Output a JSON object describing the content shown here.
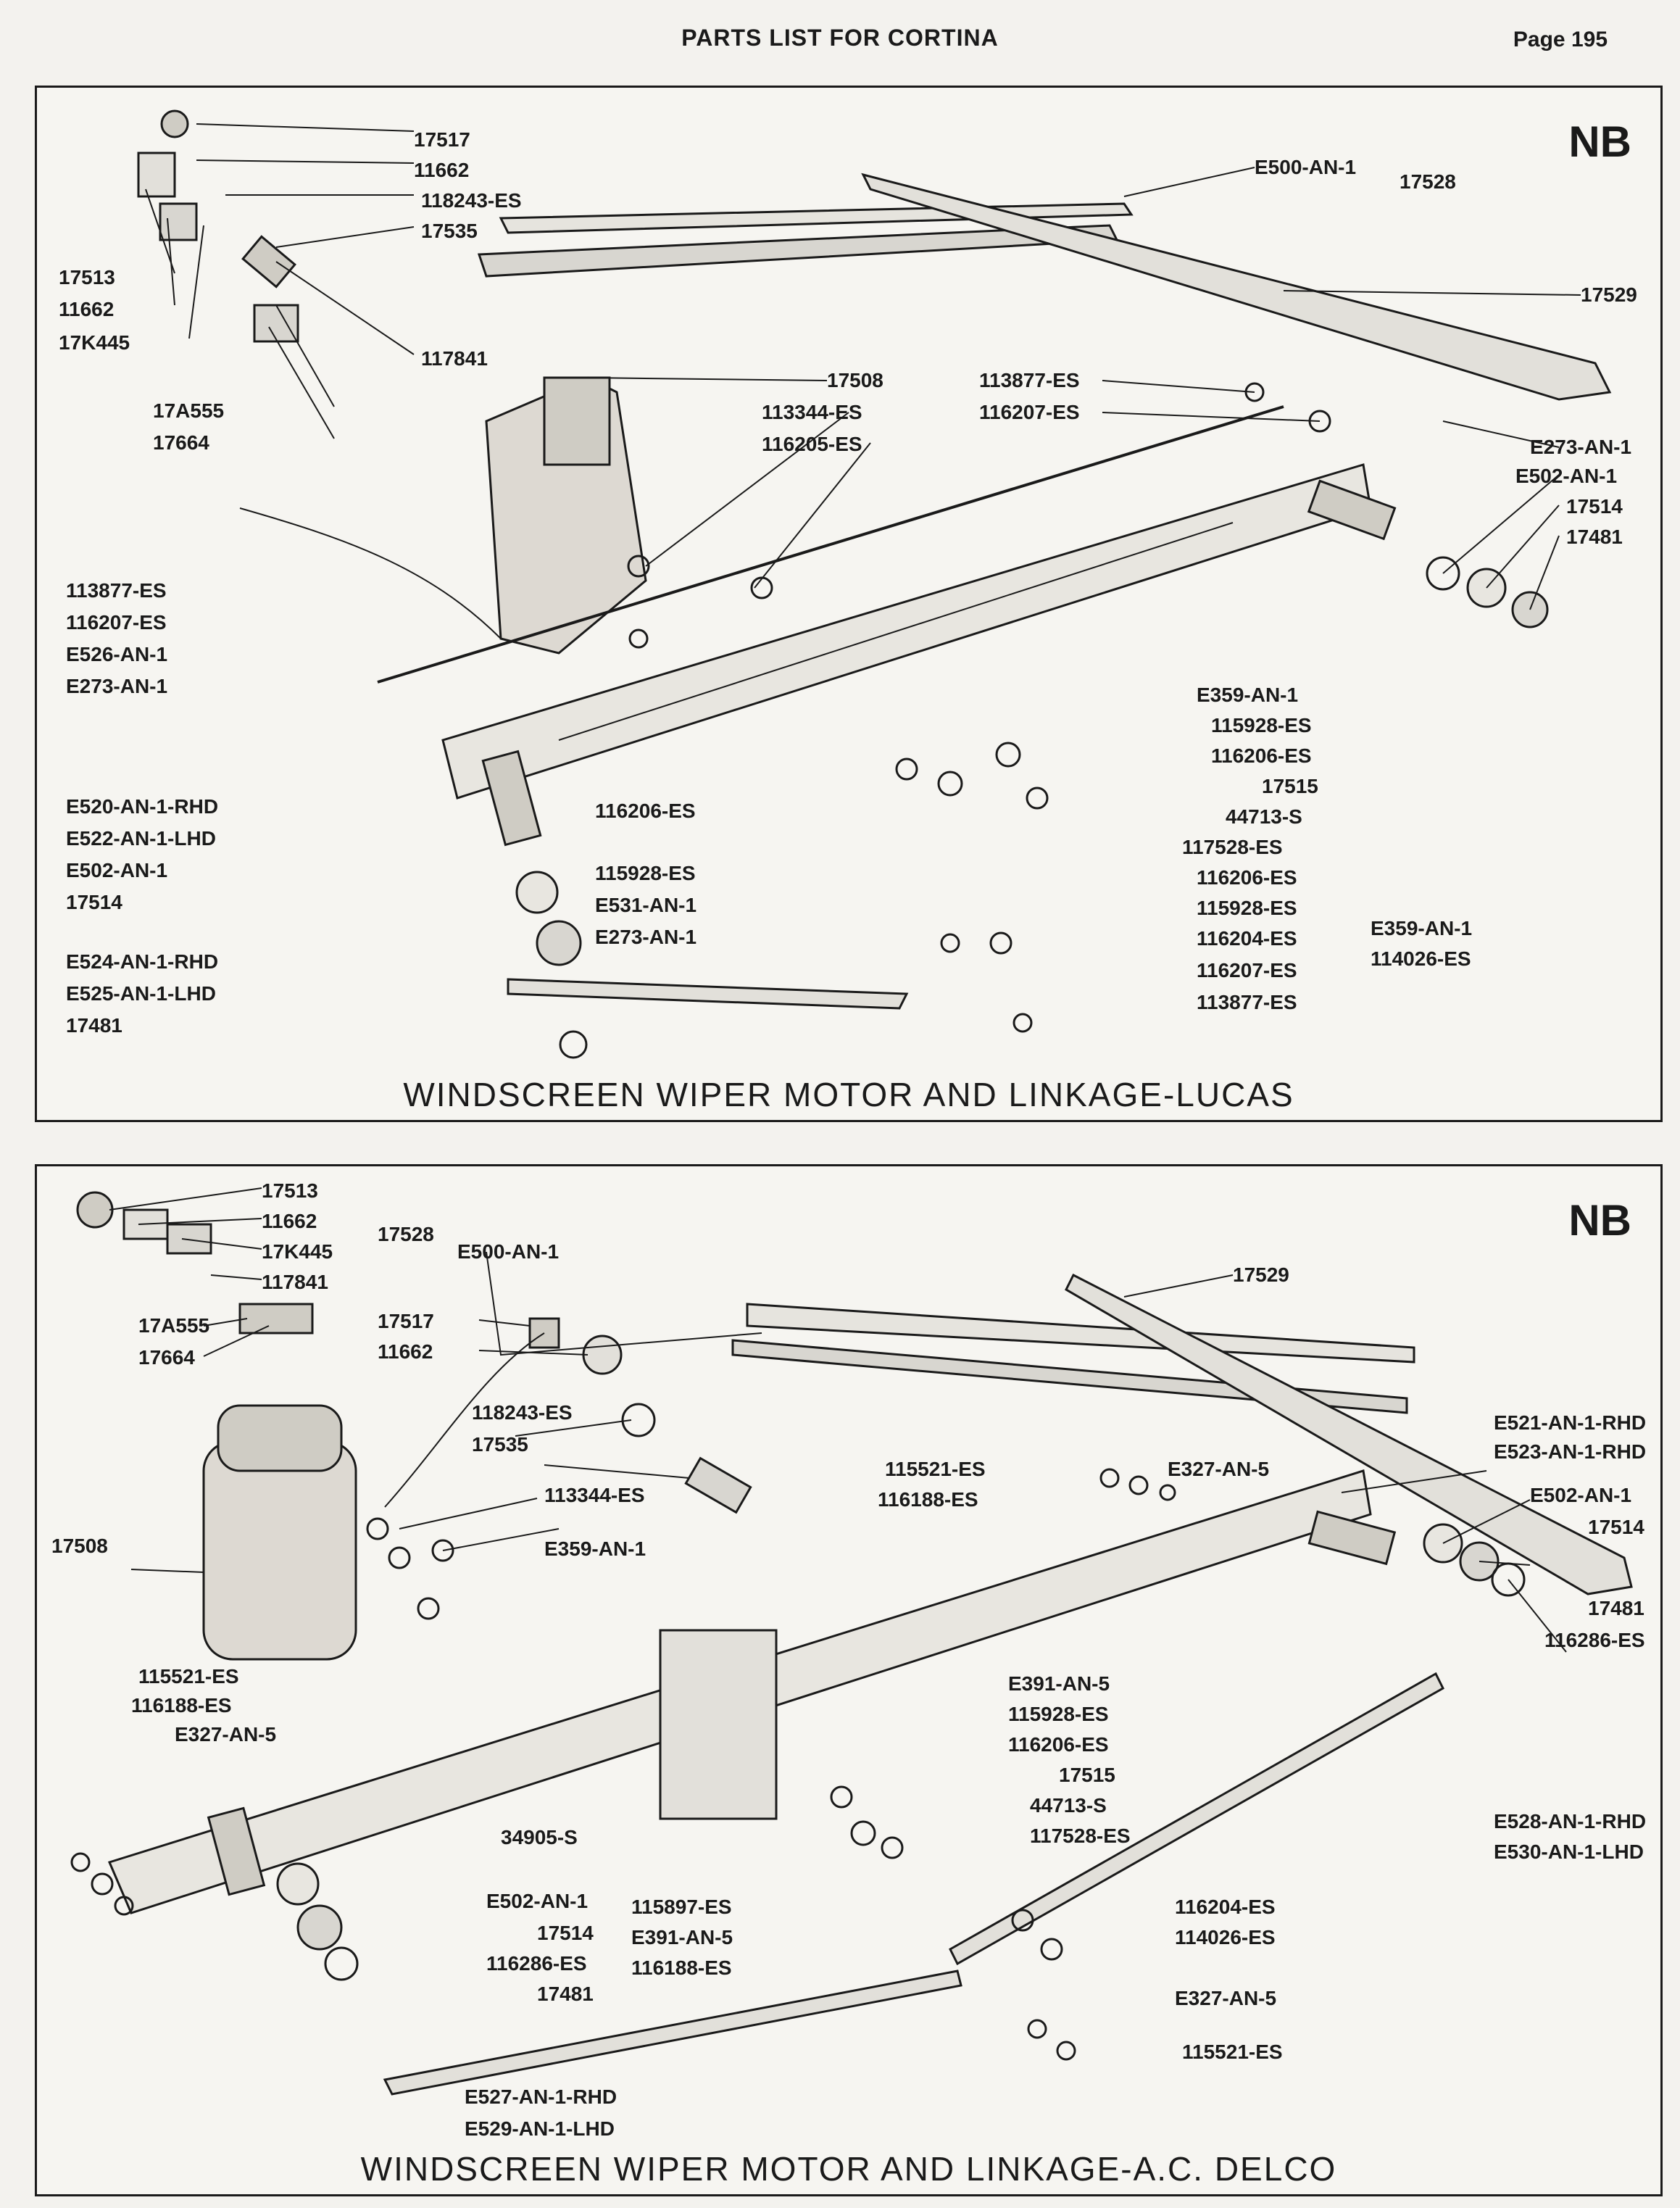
{
  "header": {
    "title": "PARTS LIST FOR CORTINA",
    "page": "Page 195"
  },
  "top_panel": {
    "tag": "NB",
    "caption": "WINDSCREEN WIPER MOTOR AND LINKAGE-LUCAS",
    "labels": {
      "l1": "17517",
      "l2": "11662",
      "l3": "118243-ES",
      "l4": "17535",
      "l5": "17513",
      "l6": "11662",
      "l7": "17K445",
      "l8": "117841",
      "l9": "17A555",
      "l10": "17664",
      "l11": "E500-AN-1",
      "l12": "17528",
      "l13": "17529",
      "l14": "17508",
      "l15": "113344-ES",
      "l16": "116205-ES",
      "l17": "113877-ES",
      "l18": "116207-ES",
      "l19": "E273-AN-1",
      "l20": "E502-AN-1",
      "l21": "17514",
      "l22": "17481",
      "l23": "113877-ES",
      "l24": "116207-ES",
      "l25": "E526-AN-1",
      "l26": "E273-AN-1",
      "l27": "E359-AN-1",
      "l28": "115928-ES",
      "l29": "116206-ES",
      "l30": "17515",
      "l31": "44713-S",
      "l32": "117528-ES",
      "l33": "116206-ES",
      "l34": "115928-ES",
      "l35": "E359-AN-1",
      "l36": "116204-ES",
      "l37": "114026-ES",
      "l38": "116207-ES",
      "l39": "113877-ES",
      "l40": "E520-AN-1-RHD",
      "l41": "E522-AN-1-LHD",
      "l42": "E502-AN-1",
      "l43": "17514",
      "l44": "E524-AN-1-RHD",
      "l45": "E525-AN-1-LHD",
      "l46": "17481",
      "l47": "116206-ES",
      "l48": "115928-ES",
      "l49": "E531-AN-1",
      "l50": "E273-AN-1"
    }
  },
  "bottom_panel": {
    "tag": "NB",
    "caption": "WINDSCREEN WIPER MOTOR AND LINKAGE-A.C. DELCO",
    "labels": {
      "b1": "17513",
      "b2": "11662",
      "b3": "17K445",
      "b4": "117841",
      "b5": "17A555",
      "b6": "17664",
      "b7": "17528",
      "b8": "E500-AN-1",
      "b9": "17529",
      "b10": "17517",
      "b11": "11662",
      "b12": "118243-ES",
      "b13": "17535",
      "b14": "113344-ES",
      "b15": "E359-AN-1",
      "b16": "17508",
      "b17": "115521-ES",
      "b18": "116188-ES",
      "b19": "E327-AN-5",
      "b20": "E521-AN-1-RHD",
      "b21": "E523-AN-1-RHD",
      "b22": "E502-AN-1",
      "b23": "17514",
      "b24": "17481",
      "b25": "116286-ES",
      "b26": "115521-ES",
      "b27": "116188-ES",
      "b28": "E327-AN-5",
      "b29": "E391-AN-5",
      "b30": "115928-ES",
      "b31": "116206-ES",
      "b32": "17515",
      "b33": "44713-S",
      "b34": "117528-ES",
      "b35": "E528-AN-1-RHD",
      "b36": "E530-AN-1-LHD",
      "b37": "34905-S",
      "b38": "E502-AN-1",
      "b39": "17514",
      "b40": "116286-ES",
      "b41": "17481",
      "b42": "115897-ES",
      "b43": "E391-AN-5",
      "b44": "116188-ES",
      "b45": "116204-ES",
      "b46": "114026-ES",
      "b47": "E327-AN-5",
      "b48": "115521-ES",
      "b49": "E527-AN-1-RHD",
      "b50": "E529-AN-1-LHD"
    }
  }
}
